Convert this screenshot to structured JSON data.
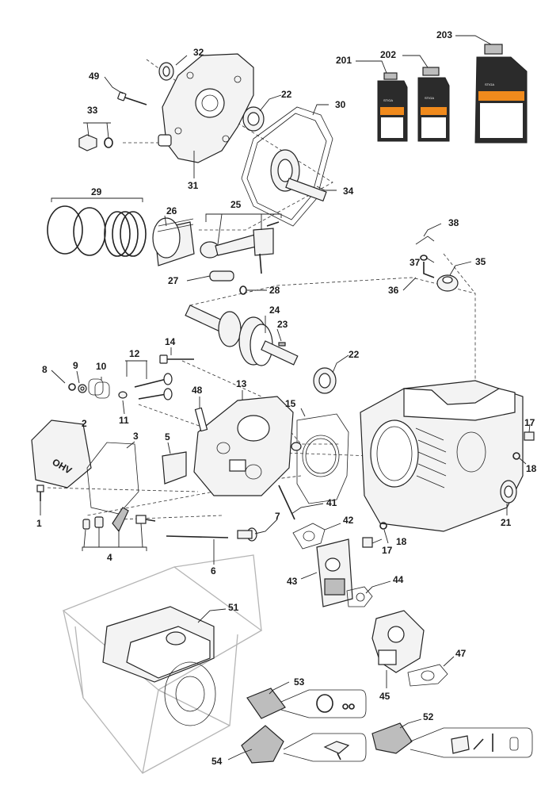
{
  "callouts": {
    "c1": "1",
    "c2": "2",
    "c3": "3",
    "c4": "4",
    "c5": "5",
    "c6": "6",
    "c7": "7",
    "c8": "8",
    "c9": "9",
    "c10": "10",
    "c11": "11",
    "c12": "12",
    "c13": "13",
    "c14": "14",
    "c15": "15",
    "c17a": "17",
    "c17b": "17",
    "c18a": "18",
    "c18b": "18",
    "c21": "21",
    "c22a": "22",
    "c22b": "22",
    "c23": "23",
    "c24": "24",
    "c25": "25",
    "c26": "26",
    "c27": "27",
    "c28": "28",
    "c29": "29",
    "c30": "30",
    "c31": "31",
    "c32": "32",
    "c33": "33",
    "c34": "34",
    "c35": "35",
    "c36": "36",
    "c37": "37",
    "c38": "38",
    "c41": "41",
    "c42": "42",
    "c43": "43",
    "c44": "44",
    "c45": "45",
    "c47": "47",
    "c48": "48",
    "c49": "49",
    "c51": "51",
    "c52": "52",
    "c53": "53",
    "c54": "54",
    "c201": "201",
    "c202": "202",
    "c203": "203"
  },
  "bottle_brand": "STIGA",
  "cover_text": "OHV",
  "colors": {
    "label_dark": "#2b2b2b",
    "label_accent": "#f08a1c",
    "ink": "#222222"
  }
}
